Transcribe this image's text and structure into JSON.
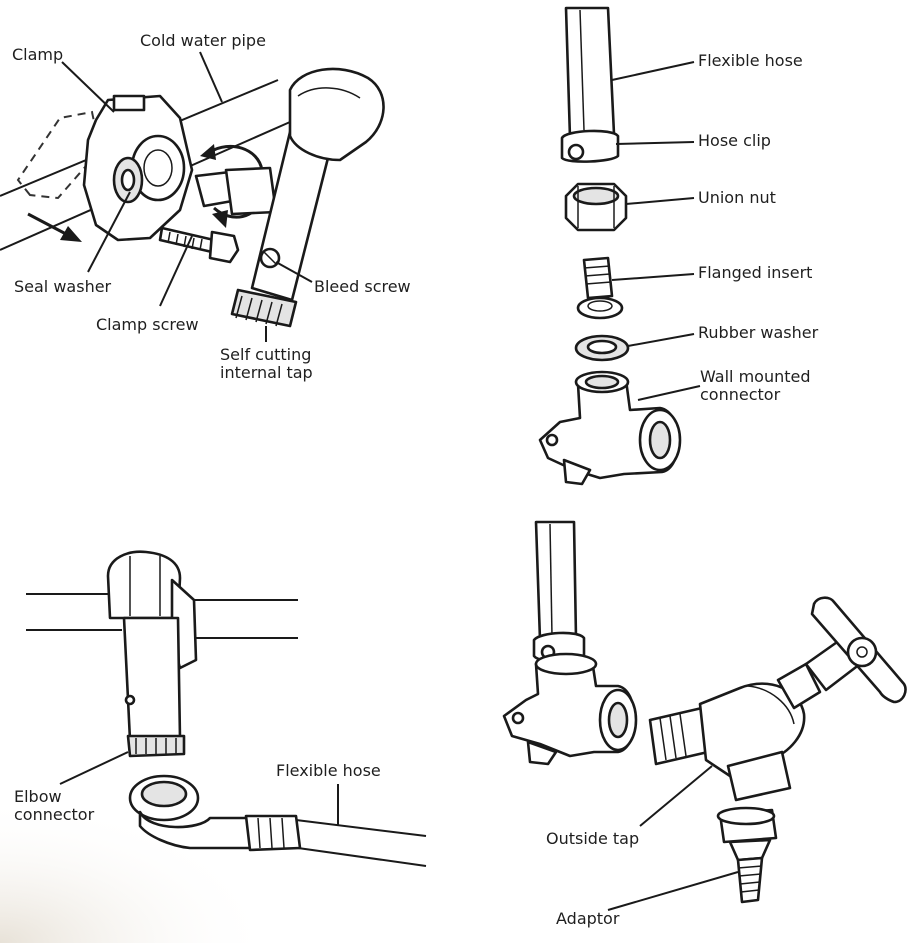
{
  "panels": {
    "top_left": {
      "labels": {
        "clamp": "Clamp",
        "cold_water_pipe": "Cold water pipe",
        "seal_washer": "Seal washer",
        "clamp_screw": "Clamp screw",
        "bleed_screw": "Bleed screw",
        "self_cutting_line1": "Self cutting",
        "self_cutting_line2": "internal tap"
      }
    },
    "top_right": {
      "labels": {
        "flexible_hose": "Flexible hose",
        "hose_clip": "Hose clip",
        "union_nut": "Union nut",
        "flanged_insert": "Flanged insert",
        "rubber_washer": "Rubber washer",
        "wall_mounted_line1": "Wall mounted",
        "wall_mounted_line2": "connector"
      }
    },
    "bottom_left": {
      "labels": {
        "elbow_line1": "Elbow",
        "elbow_line2": "connector",
        "flexible_hose": "Flexible hose"
      }
    },
    "bottom_right": {
      "labels": {
        "outside_tap": "Outside tap",
        "adaptor": "Adaptor"
      }
    }
  }
}
